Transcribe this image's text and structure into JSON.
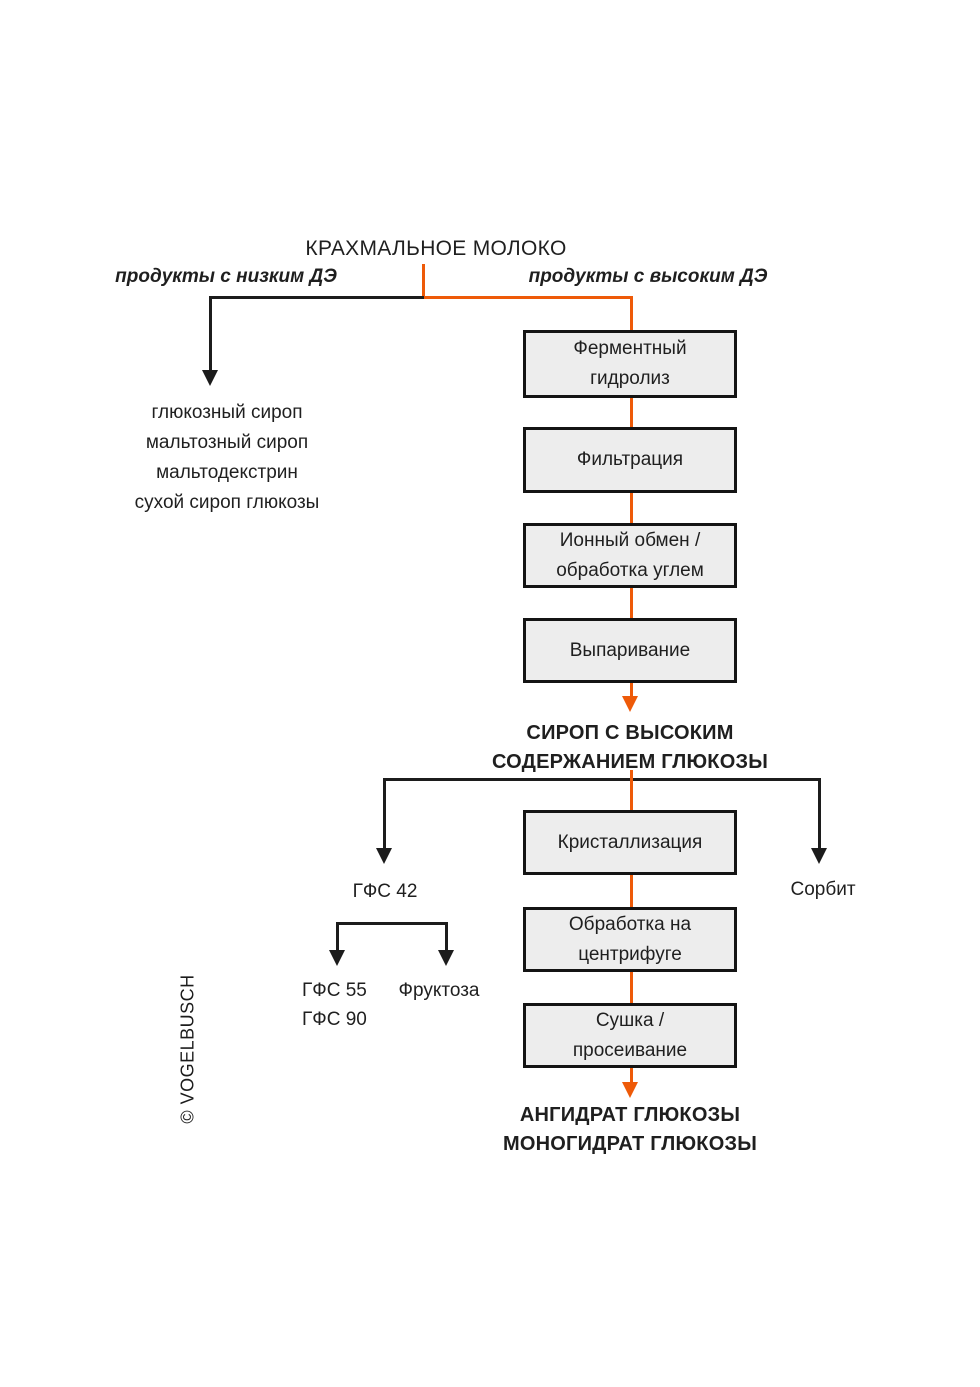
{
  "colors": {
    "accent_orange": "#ee5a08",
    "line_black": "#1c1c1c",
    "box_fill": "#ededed",
    "box_border": "#141414",
    "text": "#1f1f1f"
  },
  "flowchart": {
    "title": "КРАХМАЛЬНОЕ МОЛОКО",
    "branch_left_label": "продукты с низким ДЭ",
    "branch_right_label": "продукты с высоким ДЭ",
    "low_de_products": [
      "глюкозный сироп",
      "мальтозный сироп",
      "мальтодекстрин",
      "сухой сироп глюкозы"
    ],
    "upper_boxes": [
      {
        "label": [
          "Ферментный",
          "гидролиз"
        ]
      },
      {
        "label": [
          "Фильтрация"
        ]
      },
      {
        "label": [
          "Ионный обмен /",
          "обработка углем"
        ]
      },
      {
        "label": [
          "Выпаривание"
        ]
      }
    ],
    "intermediate_product": [
      "СИРОП С ВЫСОКИМ",
      "СОДЕРЖАНИЕМ ГЛЮКОЗЫ"
    ],
    "hfs_output": "ГФС 42",
    "sorbitol_output": "Сорбит",
    "hfs_sub_left": [
      "ГФС 55",
      "ГФС 90"
    ],
    "hfs_sub_right": "Фруктоза",
    "lower_boxes": [
      {
        "label": [
          "Кристаллизация"
        ]
      },
      {
        "label": [
          "Обработка на",
          "центрифуге"
        ]
      },
      {
        "label": [
          "Сушка /",
          "просеивание"
        ]
      }
    ],
    "final_products": [
      "АНГИДРАТ ГЛЮКОЗЫ",
      "МОНОГИДРАТ ГЛЮКОЗЫ"
    ],
    "copyright": "© VOGELBUSCH"
  }
}
